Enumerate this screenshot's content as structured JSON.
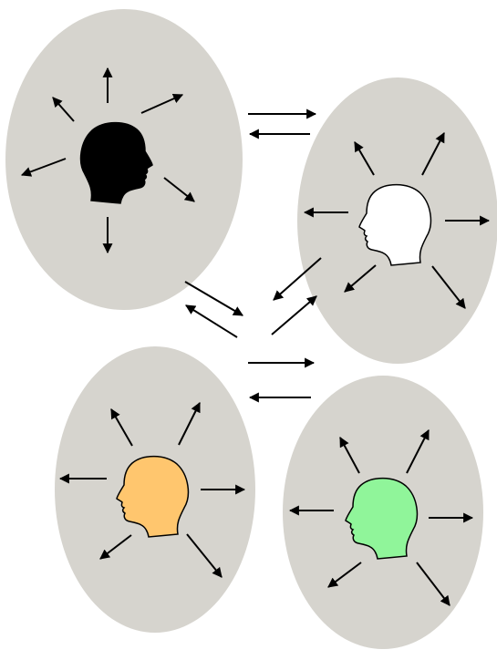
{
  "colors": {
    "background": "#ffffff",
    "bubble_fill": "#d6d4ce",
    "arrow": "#000000",
    "head_outline": "#000000"
  },
  "people": [
    {
      "id": "top-left",
      "head_color": "#000000",
      "facing": "right"
    },
    {
      "id": "top-right",
      "head_color": "#ffffff",
      "facing": "left"
    },
    {
      "id": "bottom-left",
      "head_color": "#ffc66e",
      "facing": "left"
    },
    {
      "id": "bottom-right",
      "head_color": "#90f59a",
      "facing": "left"
    }
  ]
}
